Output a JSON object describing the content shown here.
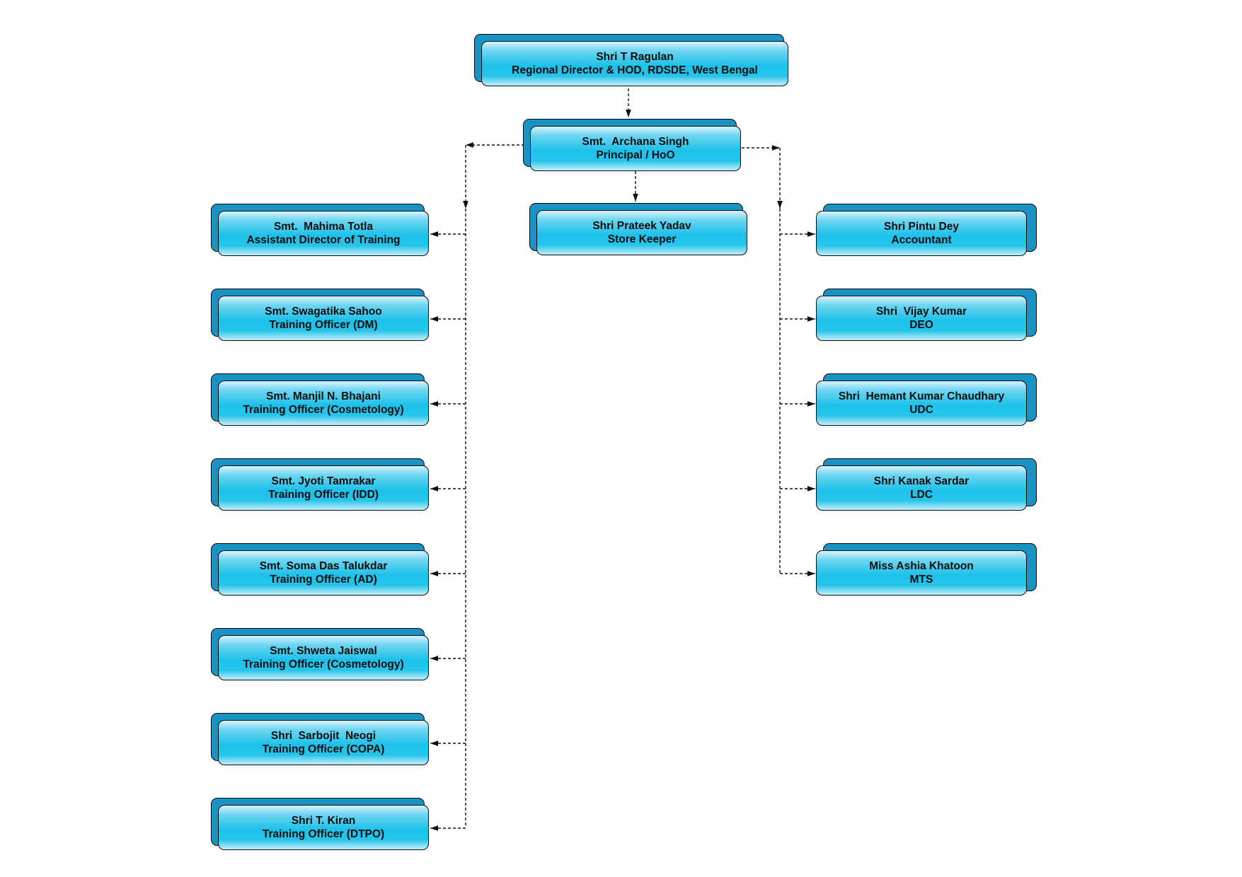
{
  "chart": {
    "director": {
      "name": "Shri T Ragulan",
      "role": "Regional Director & HOD, RDSDE, West Bengal"
    },
    "principal": {
      "name": "Smt.  Archana Singh",
      "role": "Principal / HoO"
    },
    "store_keeper": {
      "name": "Shri Prateek Yadav",
      "role": "Store Keeper"
    },
    "left_staff": [
      {
        "name": "Smt.  Mahima Totla",
        "role": "Assistant Director of Training"
      },
      {
        "name": "Smt. Swagatika Sahoo",
        "role": "Training Officer (DM)"
      },
      {
        "name": "Smt. Manjil N. Bhajani",
        "role": "Training Officer (Cosmetology)"
      },
      {
        "name": "Smt. Jyoti Tamrakar",
        "role": "Training Officer (IDD)"
      },
      {
        "name": "Smt. Soma Das Talukdar",
        "role": "Training Officer (AD)"
      },
      {
        "name": "Smt. Shweta Jaiswal",
        "role": "Training Officer (Cosmetology)"
      },
      {
        "name": "Shri  Sarbojit  Neogi",
        "role": "Training Officer (COPA)"
      },
      {
        "name": "Shri T. Kiran",
        "role": "Training Officer (DTPO)"
      }
    ],
    "right_staff": [
      {
        "name": "Shri Pintu Dey",
        "role": "Accountant"
      },
      {
        "name": "Shri  Vijay Kumar",
        "role": "DEO"
      },
      {
        "name": "Shri  Hemant Kumar Chaudhary",
        "role": "UDC"
      },
      {
        "name": "Shri Kanak Sardar",
        "role": "LDC"
      },
      {
        "name": "Miss Ashia Khatoon",
        "role": "MTS"
      }
    ]
  },
  "colors": {
    "box_face": "#1cc1ea",
    "box_shadow": "#1893c4",
    "outline": "#0b0b0b",
    "connector": "#111111"
  }
}
